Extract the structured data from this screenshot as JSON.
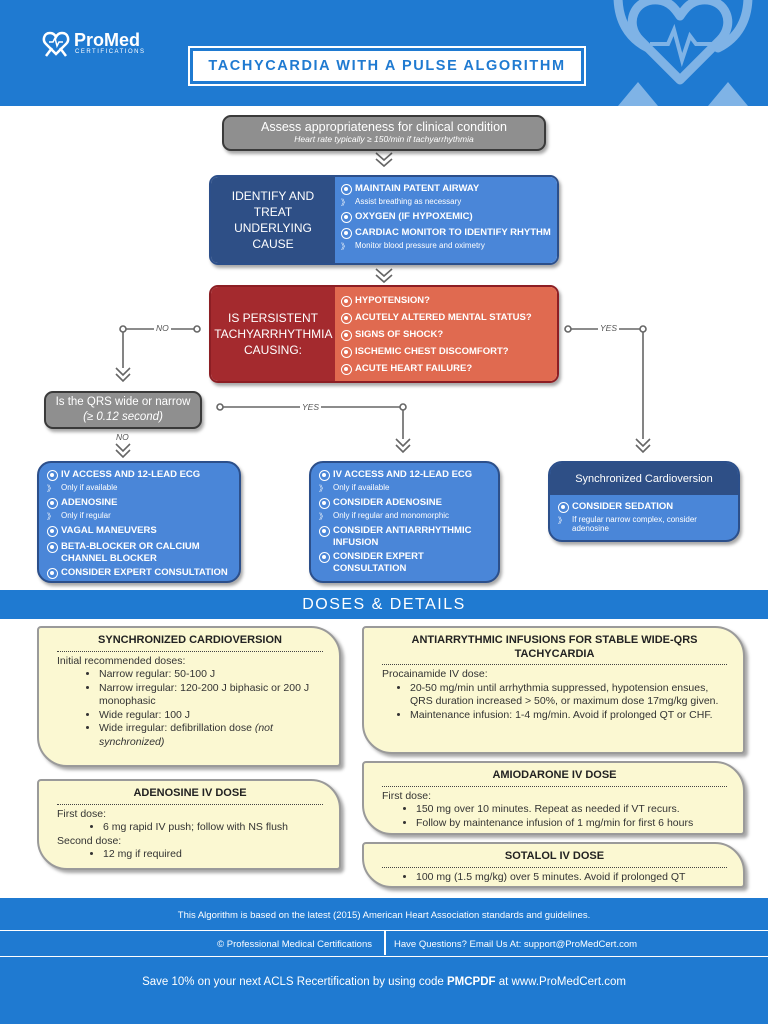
{
  "header": {
    "brand": "ProMed",
    "brand_sub": "CERTIFICATIONS",
    "title": "TACHYCARDIA WITH A PULSE ALGORITHM"
  },
  "assess": {
    "title": "Assess appropriateness for clinical condition",
    "subtitle": "Heart rate typically ≥ 150/min if tachyarrhythmia"
  },
  "identify": {
    "label": "IDENTIFY AND TREAT UNDERLYING CAUSE",
    "items": [
      {
        "text": "MAINTAIN PATENT AIRWAY",
        "sub": "Assist breathing as necessary"
      },
      {
        "text": "OXYGEN (IF HYPOXEMIC)",
        "sub": ""
      },
      {
        "text": "CARDIAC MONITOR TO IDENTIFY RHYTHM",
        "sub": "Monitor blood pressure and oximetry"
      }
    ]
  },
  "persistent": {
    "label": "IS PERSISTENT TACHYARRHYTHMIA CAUSING:",
    "items": [
      "HYPOTENSION?",
      "ACUTELY ALTERED MENTAL STATUS?",
      "SIGNS OF SHOCK?",
      "ISCHEMIC CHEST DISCOMFORT?",
      "ACUTE HEART FAILURE?"
    ]
  },
  "branch_labels": {
    "no": "NO",
    "yes": "YES",
    "yes2": "YES",
    "no2": "NO"
  },
  "qrs": {
    "line1": "Is the QRS wide or narrow",
    "line2": "(≥ 0.12 second)"
  },
  "narrow_box": {
    "items": [
      {
        "text": "IV ACCESS AND 12-LEAD ECG",
        "sub": "Only if available"
      },
      {
        "text": "ADENOSINE",
        "sub": "Only if regular"
      },
      {
        "text": "VAGAL MANEUVERS",
        "sub": ""
      },
      {
        "text": "BETA-BLOCKER OR CALCIUM CHANNEL BLOCKER",
        "sub": ""
      },
      {
        "text": "CONSIDER EXPERT CONSULTATION",
        "sub": ""
      }
    ]
  },
  "wide_box": {
    "items": [
      {
        "text": "IV ACCESS AND 12-LEAD ECG",
        "sub": "Only if available"
      },
      {
        "text": "CONSIDER ADENOSINE",
        "sub": "Only if regular and monomorphic"
      },
      {
        "text": "CONSIDER ANTIARRHYTHMIC INFUSION",
        "sub": ""
      },
      {
        "text": "CONSIDER EXPERT CONSULTATION",
        "sub": ""
      }
    ]
  },
  "cardio_box": {
    "title": "Synchronized Cardioversion",
    "item": "CONSIDER SEDATION",
    "sub": "If regular narrow complex, consider adenosine"
  },
  "doses_title": "DOSES & DETAILS",
  "card_cardio": {
    "title": "SYNCHRONIZED CARDIOVERSION",
    "intro": "Initial recommended doses:",
    "items": [
      "Narrow regular: 50-100 J",
      "Narrow irregular: 120-200 J biphasic or 200 J monophasic",
      "Wide regular: 100 J"
    ],
    "last_item": "Wide irregular: defibrillation dose ",
    "last_item_italic": "(not synchronized)"
  },
  "card_aden": {
    "title": "ADENOSINE IV DOSE",
    "first": "First dose:",
    "first_items": [
      "6 mg rapid IV push; follow with NS flush"
    ],
    "second": "Second dose:",
    "second_items": [
      "12 mg if required"
    ]
  },
  "card_anti": {
    "title": "ANTIARRYTHMIC INFUSIONS FOR STABLE WIDE-QRS TACHYCARDIA",
    "intro": "Procainamide IV dose:",
    "items": [
      "20-50 mg/min until arrhythmia suppressed, hypotension ensues, QRS duration increased > 50%, or maximum dose 17mg/kg given.",
      "Maintenance infusion: 1-4 mg/min. Avoid if prolonged QT or CHF."
    ]
  },
  "card_amio": {
    "title": "AMIODARONE IV DOSE",
    "intro": "First dose:",
    "items": [
      "150 mg over 10 minutes. Repeat as needed if VT recurs.",
      "Follow by maintenance infusion of 1 mg/min for first 6 hours"
    ]
  },
  "card_sotalol": {
    "title": "SOTALOL IV DOSE",
    "items": [
      "100 mg (1.5 mg/kg) over 5 minutes. Avoid if prolonged QT"
    ]
  },
  "footer": {
    "line1": "This Algorithm is based on the latest (2015) American Heart Association standards and guidelines.",
    "copyright": "© Professional Medical Certifications",
    "questions": "Have Questions? Email Us At: support@ProMedCert.com",
    "promo_pre": "Save 10% on your next ACLS Recertification by using code ",
    "promo_code": "PMCPDF",
    "promo_post": " at www.ProMedCert.com"
  },
  "colors": {
    "header_blue": "#1f7ad1",
    "navy": "#2e4f86",
    "box_blue": "#4a86d8",
    "dark_red": "#a42a2e",
    "salmon": "#e06a50",
    "gray": "#8f8f8f",
    "card_yellow": "#fbf8d2"
  }
}
